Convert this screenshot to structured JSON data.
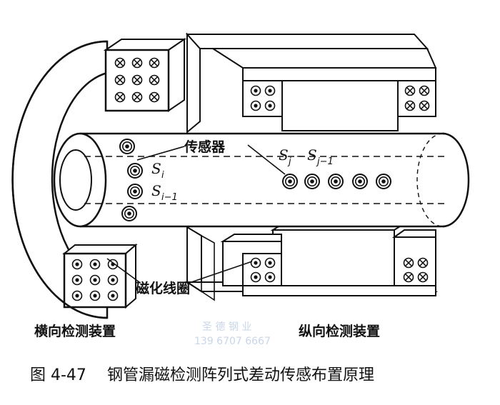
{
  "labels": {
    "sensor": "传感器",
    "coil": "磁化线圈",
    "left_device": "横向检测装置",
    "right_device": "纵向检测装置"
  },
  "symbols": {
    "s_i": "S",
    "s_i_sub": "i",
    "s_i1": "S",
    "s_i1_sub": "i−1",
    "s_j_pair_a": "S",
    "s_j_pair_a_sub": "j",
    "s_j_dash": "–",
    "s_j_pair_b": "S",
    "s_j_pair_b_sub": "j−1"
  },
  "watermark": {
    "line1": "圣 德 钢 业",
    "line2": "139 6707 6667"
  },
  "caption": {
    "number": "图 4-47",
    "title": "钢管漏磁检测阵列式差动传感布置原理"
  },
  "icons": {
    "sensor": "concentric-circle-icon",
    "coil_out": "dot-in-circle-icon",
    "coil_in": "cross-in-circle-icon"
  }
}
